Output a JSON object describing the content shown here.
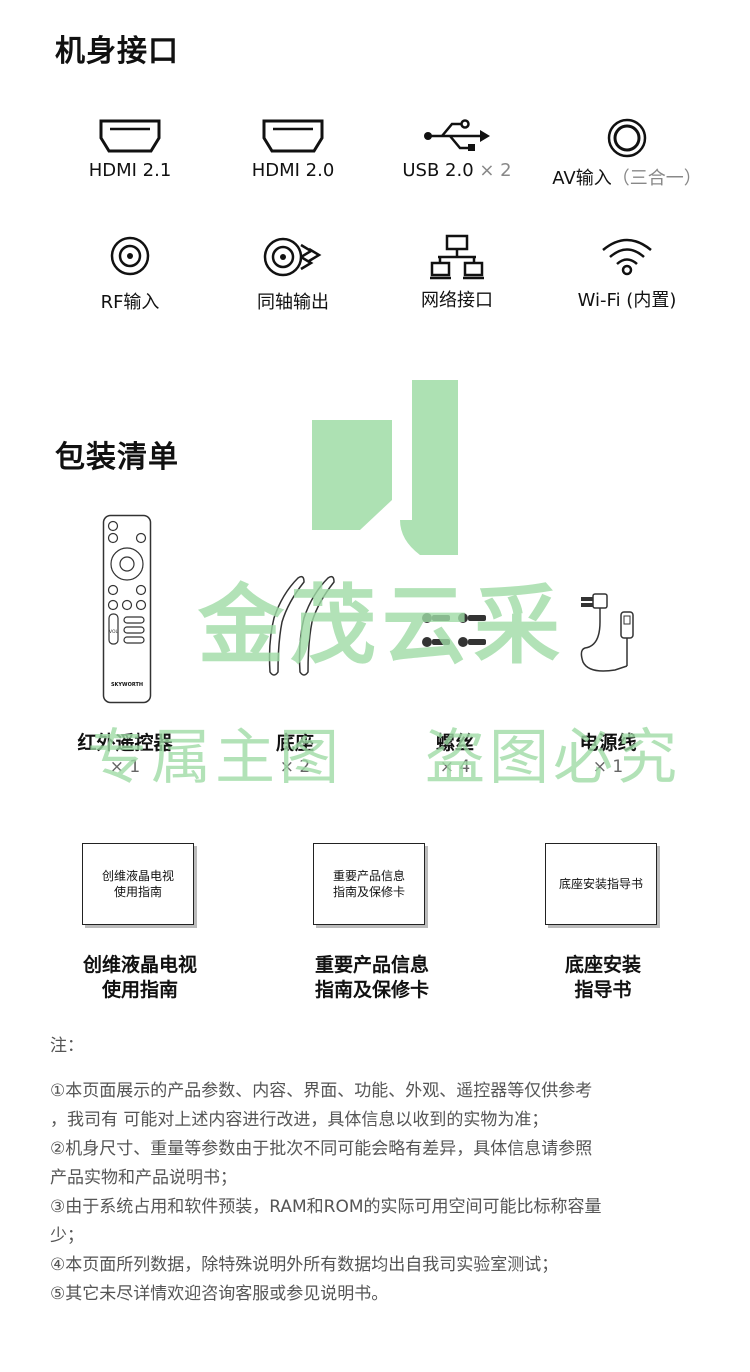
{
  "ports_section": {
    "title": "机身接口",
    "items": [
      {
        "label": "HDMI 2.1",
        "suffix": "",
        "icon": "hdmi-icon"
      },
      {
        "label": "HDMI 2.0",
        "suffix": "",
        "icon": "hdmi-icon"
      },
      {
        "label": "USB 2.0",
        "suffix": "× 2",
        "icon": "usb-icon"
      },
      {
        "label": "AV输入",
        "suffix": "（三合一）",
        "icon": "av-port-icon"
      },
      {
        "label": "RF输入",
        "suffix": "",
        "icon": "rf-port-icon"
      },
      {
        "label": "同轴输出",
        "suffix": "",
        "icon": "coaxial-output-icon"
      },
      {
        "label": "网络接口",
        "suffix": "",
        "icon": "network-port-icon"
      },
      {
        "label": "Wi-Fi (内置)",
        "suffix": "",
        "icon": "wifi-icon"
      }
    ]
  },
  "package_section": {
    "title": "包装清单",
    "items": [
      {
        "name": "红外遥控器",
        "qty": "× 1",
        "icon": "remote-control-icon"
      },
      {
        "name": "底座",
        "qty": "× 2",
        "icon": "stand-legs-icon"
      },
      {
        "name": "螺丝",
        "qty": "× 4",
        "icon": "screws-icon"
      },
      {
        "name": "电源线",
        "qty": "× 1",
        "icon": "power-cord-icon"
      }
    ],
    "remote_brand": "SKYWORTH",
    "remote_vol": "VOL",
    "books": [
      {
        "cover_line1": "创维液晶电视",
        "cover_line2": "使用指南",
        "label_line1": "创维液晶电视",
        "label_line2": "使用指南"
      },
      {
        "cover_line1": "重要产品信息",
        "cover_line2": "指南及保修卡",
        "label_line1": "重要产品信息",
        "label_line2": "指南及保修卡"
      },
      {
        "cover_line1": "底座安装指导书",
        "cover_line2": "",
        "label_line1": "底座安装",
        "label_line2": "指导书"
      }
    ]
  },
  "watermark": {
    "line1": "金茂云采",
    "line2": "专属主图",
    "line3": "盗图必究",
    "color": "#9fdca6"
  },
  "notes": {
    "title": "注：",
    "lines": [
      "①本页面展示的产品参数、内容、界面、功能、外观、遥控器等仅供参考",
      "，我司有 可能对上述内容进行改进，具体信息以收到的实物为准；",
      "②机身尺寸、重量等参数由于批次不同可能会略有差异，具体信息请参照",
      "产品实物和产品说明书；",
      "③由于系统占用和软件预装，RAM和ROM的实际可用空间可能比标称容量",
      "少；",
      "④本页面所列数据，除特殊说明外所有数据均出自我司实验室测试；",
      "⑤其它未尽详情欢迎咨询客服或参见说明书。"
    ]
  }
}
